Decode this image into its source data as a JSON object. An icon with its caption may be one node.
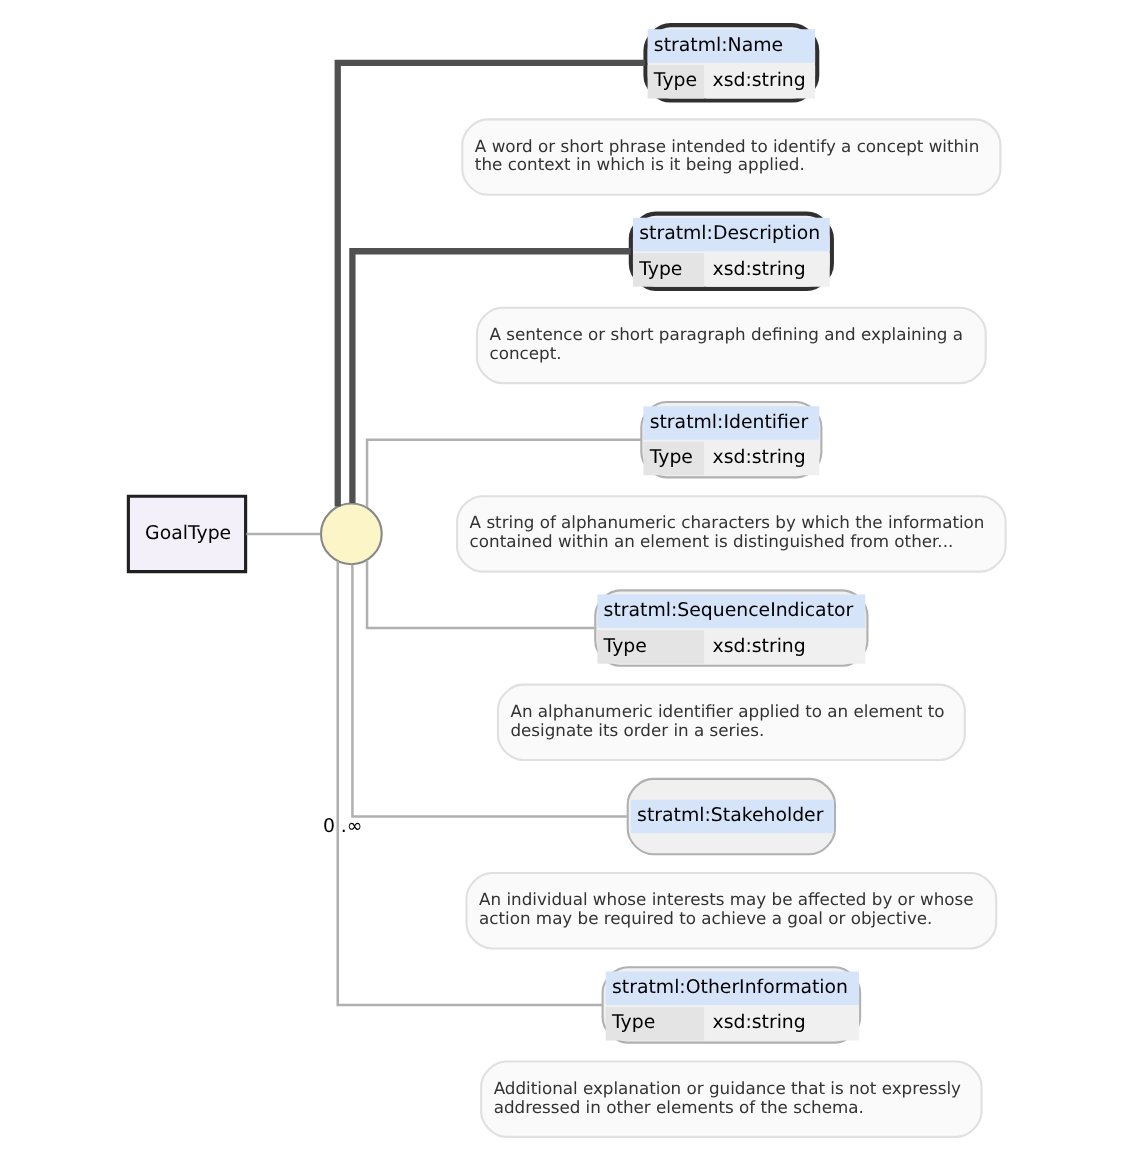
{
  "diagram": {
    "nodes": [
      {
        "text": [
          "GoalType"
        ]
      },
      {
        "text": [],
        "shape": "circle"
      },
      {
        "text": [
          "stratml:Name",
          "Type",
          "xsd:string"
        ]
      },
      {
        "text": [
          "A word or short phrase intended to identify a concept within the context in which is it being applied."
        ]
      },
      {
        "text": [
          "stratml:Description",
          "Type",
          "xsd:string"
        ]
      },
      {
        "text": [
          "A sentence or short paragraph defining and explaining a concept."
        ]
      },
      {
        "text": [
          "stratml:Identifier",
          "Type",
          "xsd:string"
        ]
      },
      {
        "text": [
          "A string of alphanumeric characters by which the information contained within an element is distinguished from other..."
        ]
      },
      {
        "text": [
          "stratml:SequenceIndicator",
          "Type",
          "xsd:string"
        ]
      },
      {
        "text": [
          "An alphanumeric identifier applied to an element to designate its order in a series."
        ]
      },
      {
        "text": [
          "stratml:Stakeholder"
        ]
      },
      {
        "text": [
          "An individual whose interests may be affected by or whose action may be required to achieve a goal or objective."
        ]
      },
      {
        "text": [
          "stratml:OtherInformation",
          "Type",
          "xsd:string"
        ]
      },
      {
        "text": [
          "Additional explanation or guidance that is not expressly addressed in other elements of the schema."
        ]
      }
    ],
    "edges": [
      {
        "from": 0,
        "to": 1,
        "arrow": "none"
      },
      {
        "from": 1,
        "to": 2,
        "arrow": "none",
        "style": "thick",
        "color": "#505050"
      },
      {
        "from": 1,
        "to": 4,
        "arrow": "none",
        "style": "thick",
        "color": "#505050"
      },
      {
        "from": 1,
        "to": 6,
        "arrow": "none"
      },
      {
        "from": 1,
        "to": 8,
        "arrow": "none"
      },
      {
        "from": 1,
        "to": 10,
        "arrow": "none",
        "label": "0..∞"
      },
      {
        "from": 1,
        "to": 12,
        "arrow": "none"
      }
    ]
  }
}
